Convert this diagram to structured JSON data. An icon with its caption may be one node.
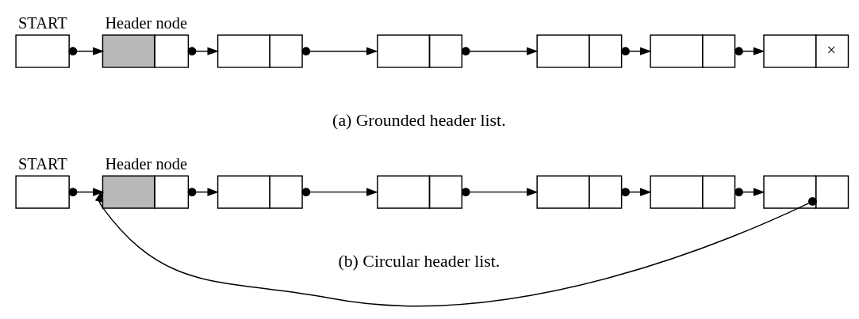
{
  "diagram": {
    "nodes": [
      {
        "text": [
          "START"
        ]
      },
      {
        "text": [
          "Header node"
        ]
      },
      {
        "text": [],
        "shape": "box"
      },
      {
        "text": [],
        "shape": "box"
      },
      {
        "text": [],
        "shape": "box"
      },
      {
        "text": [],
        "shape": "box"
      },
      {
        "text": [
          "×"
        ]
      },
      {
        "text": [
          "START"
        ]
      },
      {
        "text": [
          "Header node"
        ]
      },
      {
        "text": [],
        "shape": "box"
      },
      {
        "text": [],
        "shape": "box"
      },
      {
        "text": [],
        "shape": "box"
      },
      {
        "text": [],
        "shape": "box"
      },
      {
        "text": [],
        "shape": "box"
      }
    ],
    "edges": [
      {
        "from": 0,
        "to": 1,
        "arrow": "to"
      },
      {
        "from": 1,
        "to": 2,
        "arrow": "to"
      },
      {
        "from": 2,
        "to": 3,
        "arrow": "to"
      },
      {
        "from": 3,
        "to": 4,
        "arrow": "to"
      },
      {
        "from": 4,
        "to": 5,
        "arrow": "to"
      },
      {
        "from": 5,
        "to": 6,
        "arrow": "to"
      },
      {
        "from": 7,
        "to": 8,
        "arrow": "to"
      },
      {
        "from": 8,
        "to": 9,
        "arrow": "to"
      },
      {
        "from": 9,
        "to": 10,
        "arrow": "to"
      },
      {
        "from": 10,
        "to": 11,
        "arrow": "to"
      },
      {
        "from": 11,
        "to": 12,
        "arrow": "to"
      },
      {
        "from": 12,
        "to": 13,
        "arrow": "to"
      },
      {
        "from": 13,
        "to": 8,
        "arrow": "to"
      }
    ],
    "labels": [
      "(a) Grounded header list.",
      "(b) Circular header list."
    ]
  }
}
